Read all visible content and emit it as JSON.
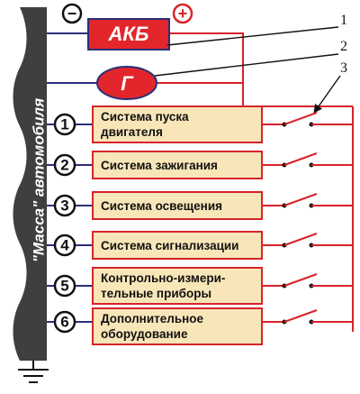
{
  "ground_label": "\"Масса\" автомобиля",
  "battery": {
    "label": "АКБ",
    "minus": "−",
    "plus": "+"
  },
  "generator": {
    "label": "Г"
  },
  "callouts": [
    "1",
    "2",
    "3"
  ],
  "systems": [
    {
      "num": "1",
      "lines": [
        "Система пуска",
        "двигателя"
      ]
    },
    {
      "num": "2",
      "lines": [
        "Система зажигания"
      ]
    },
    {
      "num": "3",
      "lines": [
        "Система освещения"
      ]
    },
    {
      "num": "4",
      "lines": [
        "Система сигнализации"
      ]
    },
    {
      "num": "5",
      "lines": [
        "Контрольно-измери-",
        "тельные приборы"
      ]
    },
    {
      "num": "6",
      "lines": [
        "Дополнительное",
        "оборудование"
      ]
    }
  ],
  "colors": {
    "wire_red": "#d8232a",
    "wire_blue": "#2a2f7a",
    "ground_dark": "#444444",
    "box_fill": "#f8e6b8",
    "component_fill": "#e3262b"
  }
}
